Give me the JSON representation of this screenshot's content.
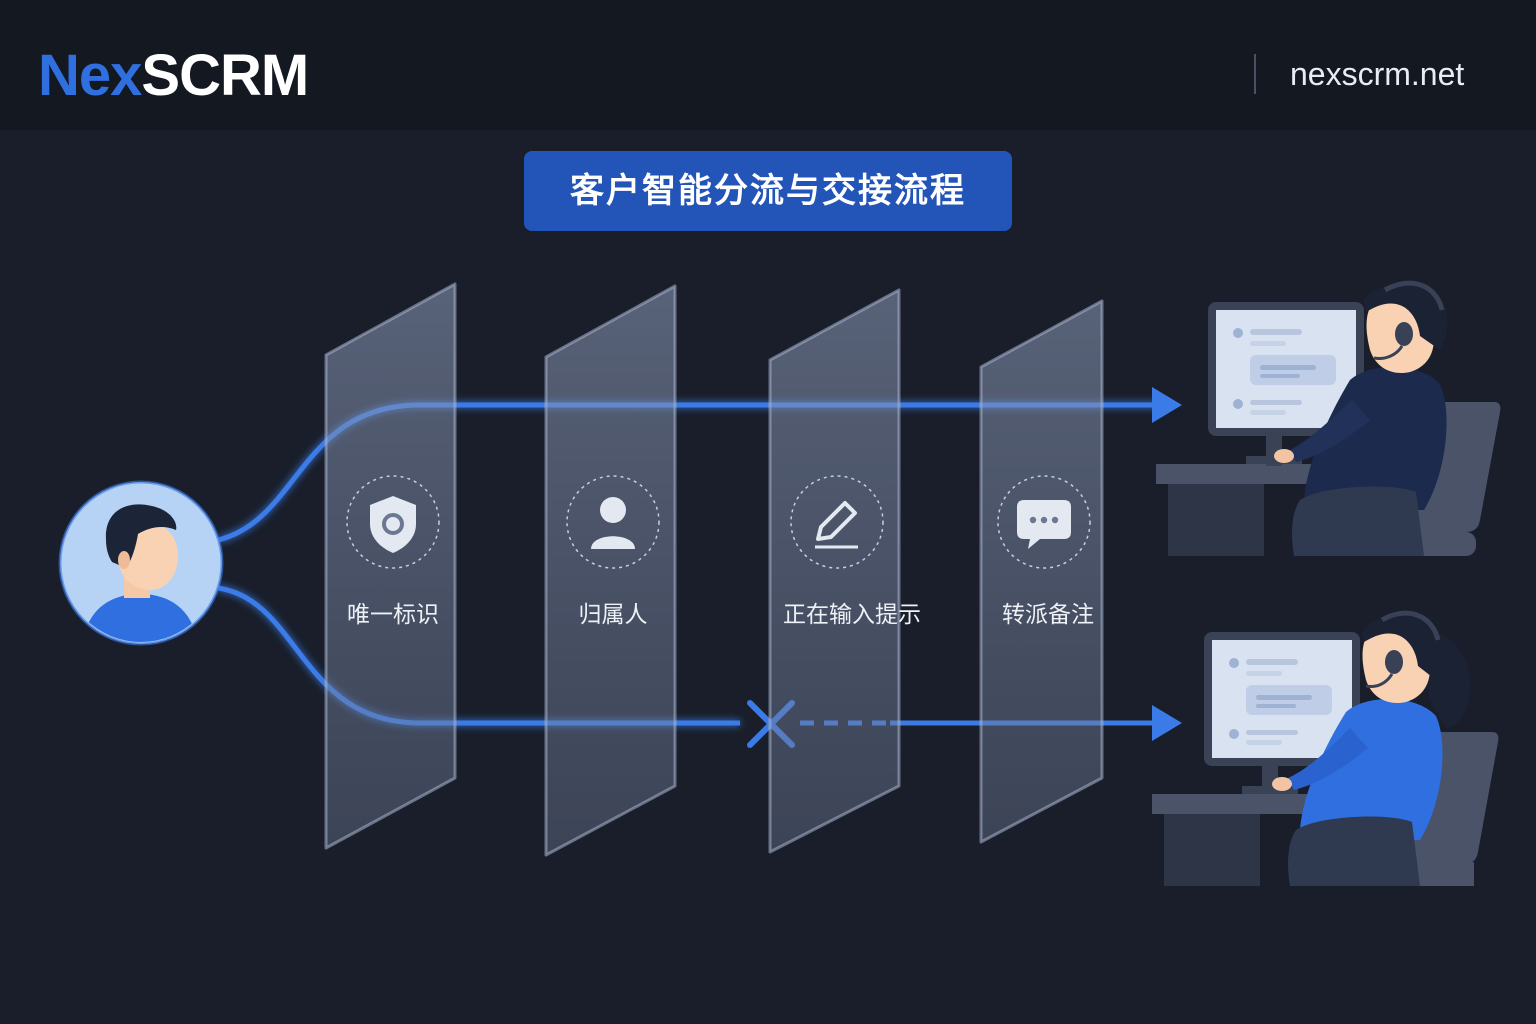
{
  "header": {
    "logo_prefix": "Nex",
    "logo_suffix": "SCRM",
    "site_url": "nexscrm.net"
  },
  "title": "客户智能分流与交接流程",
  "stages": [
    {
      "label": "唯一标识",
      "icon": "shield-icon"
    },
    {
      "label": "归属人",
      "icon": "user-icon"
    },
    {
      "label": "正在输入提示",
      "icon": "pencil-icon"
    },
    {
      "label": "转派备注",
      "icon": "chat-bubble-icon"
    }
  ],
  "colors": {
    "accent": "#2f6fe0",
    "flow_line": "#3b7be8",
    "background": "#191e2a",
    "header_bg": "#141821",
    "badge": "#2354b8"
  }
}
